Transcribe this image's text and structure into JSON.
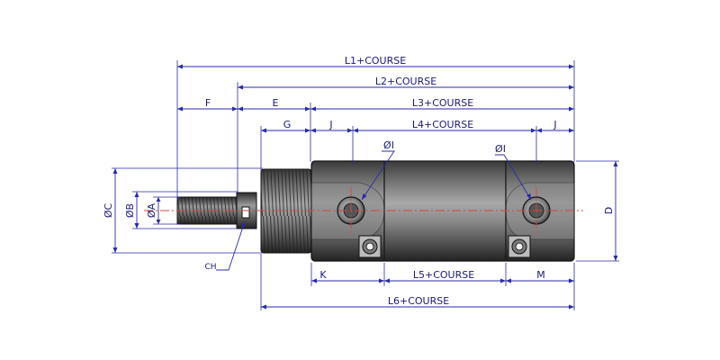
{
  "drawing_title": "Pneumatic cylinder dimension drawing",
  "dimensions": {
    "l1": "L1+COURSE",
    "l2": "L2+COURSE",
    "l3": "L3+COURSE",
    "l4": "L4+COURSE",
    "l5": "L5+COURSE",
    "l6": "L6+COURSE",
    "f": "F",
    "e": "E",
    "g": "G",
    "j_left": "J",
    "j_right": "J",
    "k": "K",
    "m": "M",
    "phi_c": "ØC",
    "phi_b": "ØB",
    "phi_a": "ØA",
    "phi_i_left": "ØI",
    "phi_i_right": "ØI",
    "d": "D",
    "ch": "CH"
  },
  "colors": {
    "dimension_line": "#2a2aa8",
    "axis_line": "#e04040",
    "body_dark": "#2b2b2b",
    "body_mid": "#6a6a6a",
    "body_light": "#a8a8a8"
  }
}
